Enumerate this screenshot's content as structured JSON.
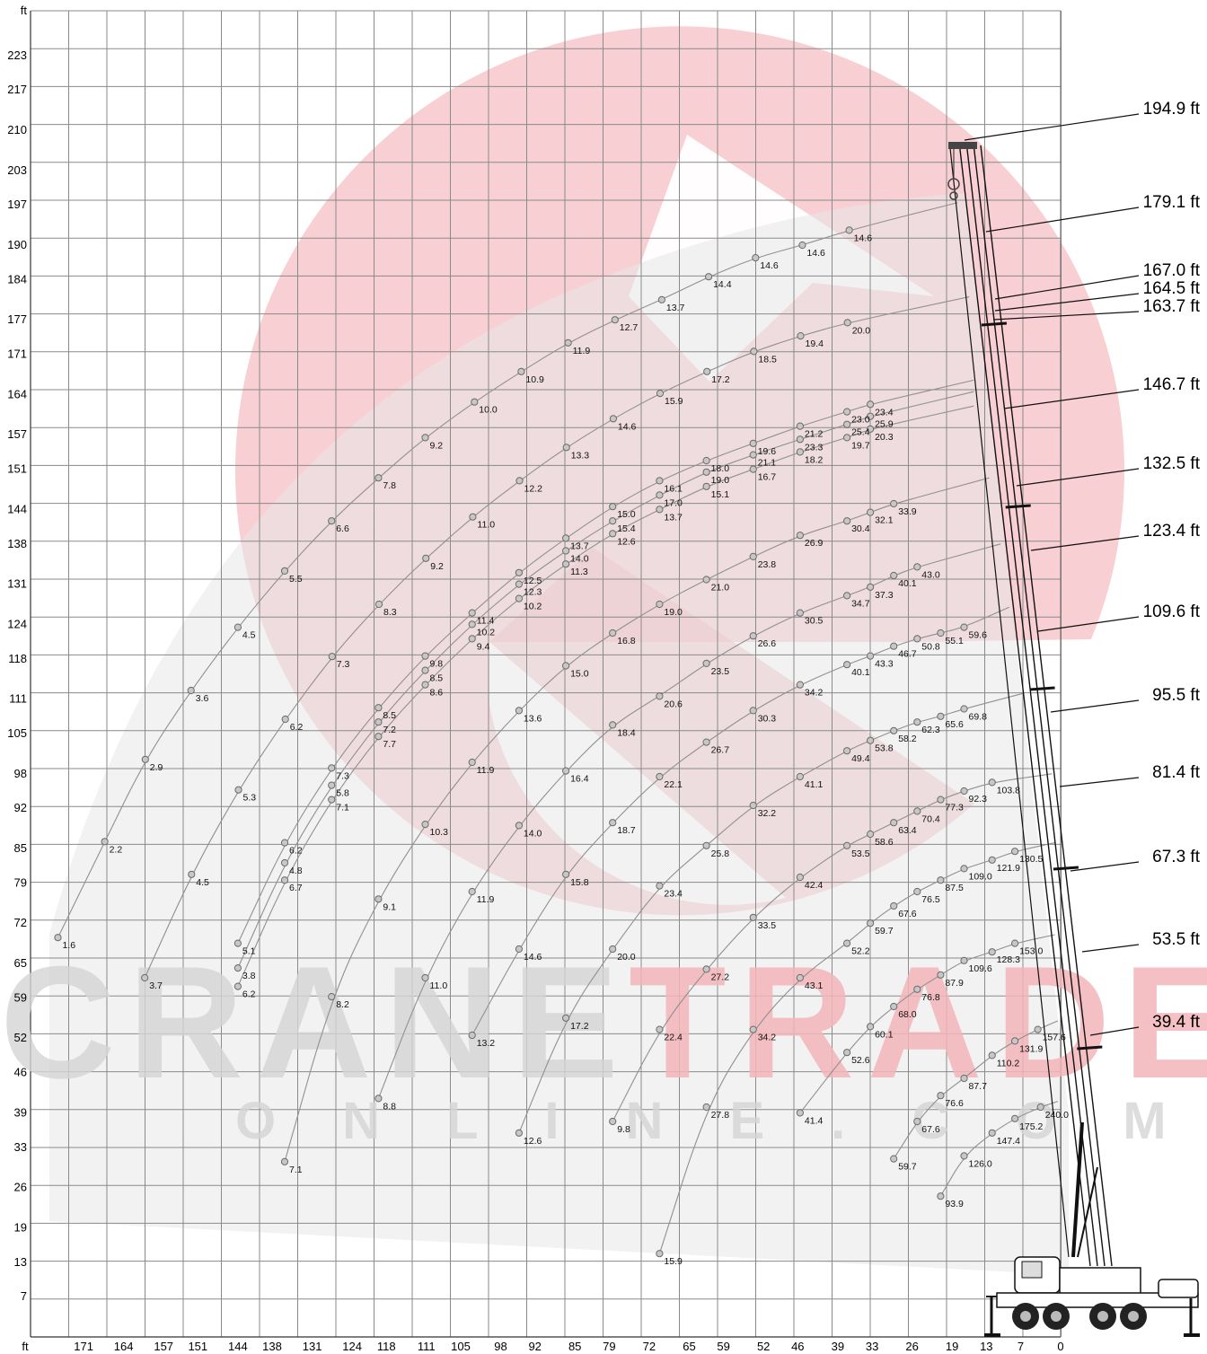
{
  "chart_data": {
    "type": "line",
    "title": "",
    "xlabel": "ft",
    "ylabel": "ft",
    "x_unit": "ft",
    "y_unit": "ft",
    "xlim": [
      0,
      178
    ],
    "ylim": [
      0,
      229
    ],
    "x_ticks": [
      171,
      164,
      157,
      151,
      144,
      138,
      131,
      124,
      118,
      111,
      105,
      98,
      92,
      85,
      79,
      72,
      65,
      59,
      52,
      46,
      39,
      33,
      26,
      19,
      13,
      7,
      0
    ],
    "y_ticks": [
      223,
      217,
      210,
      203,
      197,
      190,
      184,
      177,
      171,
      164,
      157,
      151,
      144,
      138,
      131,
      124,
      118,
      111,
      105,
      98,
      92,
      85,
      79,
      72,
      65,
      59,
      52,
      46,
      39,
      33,
      26,
      19,
      13,
      7
    ],
    "grid": true,
    "boom_lengths": [
      "194.9 ft",
      "179.1 ft",
      "167.0 ft",
      "164.5 ft",
      "163.7 ft",
      "146.7 ft",
      "132.5 ft",
      "123.4 ft",
      "109.6 ft",
      "95.5 ft",
      "81.4 ft",
      "67.3 ft",
      "53.5 ft",
      "39.4 ft"
    ],
    "series": [
      {
        "points": [
          [
            175.5,
            69.5,
            "1.6"
          ],
          [
            167.3,
            86.2,
            "2.2"
          ],
          [
            160.2,
            100.5,
            "2.9"
          ],
          [
            152.2,
            112.5,
            "3.6"
          ],
          [
            144.0,
            123.5,
            "4.5"
          ],
          [
            135.8,
            133.3,
            "5.5"
          ],
          [
            127.6,
            142.0,
            "6.6"
          ],
          [
            119.4,
            149.5,
            "7.8"
          ],
          [
            111.2,
            156.5,
            "9.2"
          ],
          [
            102.6,
            162.7,
            "10.0"
          ],
          [
            94.4,
            168.0,
            "10.9"
          ],
          [
            86.2,
            173.0,
            "11.9"
          ],
          [
            78.0,
            177.0,
            "12.7"
          ],
          [
            69.8,
            180.5,
            "13.7"
          ],
          [
            61.6,
            184.5,
            "14.4"
          ],
          [
            53.4,
            187.8,
            "14.6"
          ],
          [
            45.2,
            190.0,
            "14.6"
          ],
          [
            37.0,
            192.6,
            "14.6"
          ]
        ],
        "tail": [
          [
            18.0,
            197.4
          ]
        ]
      },
      {
        "points": [
          [
            160.3,
            62.5,
            "3.7"
          ],
          [
            152.1,
            80.5,
            "4.5"
          ],
          [
            143.9,
            95.2,
            "5.3"
          ],
          [
            135.7,
            107.5,
            "6.2"
          ],
          [
            127.5,
            118.4,
            "7.3"
          ],
          [
            119.3,
            127.5,
            "8.3"
          ],
          [
            111.1,
            135.5,
            "9.2"
          ],
          [
            102.9,
            142.7,
            "11.0"
          ],
          [
            94.7,
            149.0,
            "12.2"
          ],
          [
            86.5,
            154.8,
            "13.3"
          ],
          [
            78.3,
            159.8,
            "14.6"
          ],
          [
            70.1,
            164.2,
            "15.9"
          ],
          [
            61.9,
            168.0,
            "17.2"
          ],
          [
            53.7,
            171.5,
            "18.5"
          ],
          [
            45.5,
            174.2,
            "19.4"
          ],
          [
            37.3,
            176.5,
            "20.0"
          ]
        ],
        "tail": [
          [
            16.0,
            181.0
          ]
        ]
      },
      {
        "points": [
          [
            144.0,
            61.0,
            "6.2"
          ],
          [
            135.8,
            79.5,
            "6.7"
          ],
          [
            127.6,
            93.5,
            "7.1"
          ],
          [
            119.4,
            104.5,
            "7.7"
          ],
          [
            111.2,
            113.5,
            "8.6"
          ],
          [
            103.0,
            121.5,
            "9.4"
          ],
          [
            94.8,
            128.5,
            "10.2"
          ],
          [
            86.6,
            134.5,
            "11.3"
          ],
          [
            78.4,
            139.8,
            "12.6"
          ],
          [
            70.2,
            144.0,
            "13.7"
          ],
          [
            62.0,
            148.0,
            "15.1"
          ],
          [
            53.8,
            151.0,
            "16.7"
          ],
          [
            45.6,
            154.0,
            "18.2"
          ],
          [
            37.4,
            156.5,
            "19.7"
          ],
          [
            33.3,
            158.0,
            "20.3"
          ]
        ],
        "tail": [
          [
            15.2,
            162.0
          ]
        ]
      },
      {
        "points": [
          [
            144.0,
            64.2,
            "3.8"
          ],
          [
            135.8,
            82.5,
            "4.8"
          ],
          [
            127.6,
            96.0,
            "5.8"
          ],
          [
            119.4,
            107.0,
            "7.2"
          ],
          [
            111.2,
            116.0,
            "8.5"
          ],
          [
            103.0,
            124.0,
            "10.2"
          ],
          [
            94.8,
            131.0,
            "12.3"
          ],
          [
            86.6,
            136.8,
            "14.0"
          ],
          [
            78.4,
            142.0,
            "15.4"
          ],
          [
            70.2,
            146.5,
            "17.0"
          ],
          [
            62.0,
            150.5,
            "19.0"
          ],
          [
            53.8,
            153.5,
            "21.1"
          ],
          [
            45.6,
            156.2,
            "23.3"
          ],
          [
            37.4,
            158.8,
            "25.4"
          ],
          [
            33.3,
            160.2,
            "25.9"
          ]
        ],
        "tail": [
          [
            15.2,
            164.5
          ]
        ]
      },
      {
        "points": [
          [
            144.0,
            68.5,
            "5.1"
          ],
          [
            135.8,
            86.0,
            "6.2"
          ],
          [
            127.6,
            99.0,
            "7.3"
          ],
          [
            119.4,
            109.5,
            "8.5"
          ],
          [
            111.2,
            118.5,
            "9.8"
          ],
          [
            103.0,
            126.0,
            "11.4"
          ],
          [
            94.8,
            133.0,
            "12.5"
          ],
          [
            86.6,
            139.0,
            "13.7"
          ],
          [
            78.4,
            144.5,
            "15.0"
          ],
          [
            70.2,
            149.0,
            "16.1"
          ],
          [
            62.0,
            152.5,
            "18.0"
          ],
          [
            53.8,
            155.5,
            "19.6"
          ],
          [
            45.6,
            158.5,
            "21.2"
          ],
          [
            37.4,
            161.0,
            "23.0"
          ],
          [
            33.3,
            162.3,
            "23.4"
          ]
        ],
        "tail": [
          [
            15.2,
            166.5
          ]
        ]
      },
      {
        "points": [
          [
            135.8,
            30.5,
            "7.1"
          ],
          [
            127.6,
            59.2,
            "8.2"
          ],
          [
            119.4,
            76.2,
            "9.1"
          ],
          [
            111.2,
            89.2,
            "10.3"
          ],
          [
            103.0,
            100.0,
            "11.9"
          ],
          [
            94.8,
            109.0,
            "13.6"
          ],
          [
            86.6,
            116.8,
            "15.0"
          ],
          [
            78.4,
            122.5,
            "16.8"
          ],
          [
            70.2,
            127.5,
            "19.0"
          ],
          [
            62.0,
            131.8,
            "21.0"
          ],
          [
            53.8,
            135.8,
            "23.8"
          ],
          [
            45.6,
            139.5,
            "26.9"
          ],
          [
            37.4,
            142.0,
            "30.4"
          ],
          [
            33.3,
            143.5,
            "32.1"
          ],
          [
            29.2,
            145.0,
            "33.9"
          ]
        ],
        "tail": [
          [
            12.5,
            149.5
          ]
        ]
      },
      {
        "points": [
          [
            119.4,
            41.5,
            "8.8"
          ],
          [
            111.2,
            62.5,
            "11.0"
          ],
          [
            103.0,
            77.5,
            "11.9"
          ],
          [
            94.8,
            89.0,
            "14.0"
          ],
          [
            86.6,
            98.5,
            "16.4"
          ],
          [
            78.4,
            106.5,
            "18.4"
          ],
          [
            70.2,
            111.5,
            "20.6"
          ],
          [
            62.0,
            117.2,
            "23.5"
          ],
          [
            53.8,
            122.0,
            "26.6"
          ],
          [
            45.6,
            126.0,
            "30.5"
          ],
          [
            37.4,
            129.0,
            "34.7"
          ],
          [
            33.3,
            130.5,
            "37.3"
          ],
          [
            29.2,
            132.5,
            "40.1"
          ],
          [
            25.1,
            134.0,
            "43.0"
          ]
        ],
        "tail": [
          [
            10.5,
            138.0
          ]
        ]
      },
      {
        "points": [
          [
            103.0,
            52.5,
            "13.2"
          ],
          [
            94.8,
            67.5,
            "14.6"
          ],
          [
            86.6,
            80.5,
            "15.8"
          ],
          [
            78.4,
            89.5,
            "18.7"
          ],
          [
            70.2,
            97.5,
            "22.1"
          ],
          [
            62.0,
            103.5,
            "26.7"
          ],
          [
            53.8,
            109.0,
            "30.3"
          ],
          [
            45.6,
            113.5,
            "34.2"
          ],
          [
            37.4,
            117.0,
            "40.1"
          ],
          [
            33.3,
            118.5,
            "43.3"
          ],
          [
            29.2,
            120.2,
            "46.7"
          ],
          [
            25.1,
            121.5,
            "50.8"
          ],
          [
            21.0,
            122.5,
            "55.1"
          ],
          [
            16.9,
            123.5,
            "59.6"
          ]
        ],
        "tail": [
          [
            9.0,
            127.0
          ]
        ]
      },
      {
        "points": [
          [
            94.8,
            35.5,
            "12.6"
          ],
          [
            86.6,
            55.5,
            "17.2"
          ],
          [
            78.4,
            67.5,
            "20.0"
          ],
          [
            70.2,
            78.5,
            "23.4"
          ],
          [
            62.0,
            85.5,
            "25.8"
          ],
          [
            53.8,
            92.5,
            "32.2"
          ],
          [
            45.6,
            97.5,
            "41.1"
          ],
          [
            37.4,
            102.0,
            "49.4"
          ],
          [
            33.3,
            103.8,
            "53.8"
          ],
          [
            29.2,
            105.5,
            "58.2"
          ],
          [
            25.1,
            107.0,
            "62.3"
          ],
          [
            21.0,
            108.0,
            "65.6"
          ],
          [
            16.9,
            109.3,
            "69.8"
          ]
        ],
        "tail": [
          [
            6.5,
            112.0
          ]
        ]
      },
      {
        "points": [
          [
            78.4,
            37.5,
            "9.8"
          ],
          [
            70.2,
            53.5,
            "22.4"
          ],
          [
            62.0,
            64.0,
            "27.2"
          ],
          [
            53.8,
            73.0,
            "33.5"
          ],
          [
            45.6,
            80.0,
            "42.4"
          ],
          [
            37.4,
            85.5,
            "53.5"
          ],
          [
            33.3,
            87.5,
            "58.6"
          ],
          [
            29.2,
            89.5,
            "63.4"
          ],
          [
            25.1,
            91.5,
            "70.4"
          ],
          [
            21.0,
            93.5,
            "77.3"
          ],
          [
            16.9,
            95.0,
            "92.3"
          ],
          [
            12.0,
            96.5,
            "103.8"
          ]
        ],
        "tail": [
          [
            1.5,
            98.0
          ]
        ]
      },
      {
        "points": [
          [
            70.2,
            14.5,
            "15.9"
          ],
          [
            62.0,
            40.0,
            "27.8"
          ],
          [
            53.8,
            53.5,
            "34.2"
          ],
          [
            45.6,
            62.5,
            "43.1"
          ],
          [
            37.4,
            68.5,
            "52.2"
          ],
          [
            33.3,
            72.0,
            "59.7"
          ],
          [
            29.2,
            75.0,
            "67.6"
          ],
          [
            25.1,
            77.5,
            "76.5"
          ],
          [
            21.0,
            79.5,
            "87.5"
          ],
          [
            16.9,
            81.5,
            "109.0"
          ],
          [
            12.0,
            83.0,
            "121.9"
          ],
          [
            8.0,
            84.5,
            "130.5"
          ]
        ],
        "tail": [
          [
            1.0,
            86.0
          ]
        ]
      },
      {
        "points": [
          [
            45.6,
            39.0,
            "41.4"
          ],
          [
            37.4,
            49.5,
            "52.6"
          ],
          [
            33.3,
            54.0,
            "60.1"
          ],
          [
            29.2,
            57.5,
            "68.0"
          ],
          [
            25.1,
            60.5,
            "76.8"
          ],
          [
            21.0,
            63.0,
            "87.9"
          ],
          [
            16.9,
            65.5,
            "109.6"
          ],
          [
            12.0,
            67.0,
            "128.3"
          ],
          [
            8.0,
            68.5,
            "153.0"
          ]
        ],
        "tail": [
          [
            1.0,
            70.0
          ]
        ]
      },
      {
        "points": [
          [
            29.2,
            31.0,
            "59.7"
          ],
          [
            25.1,
            37.5,
            "67.6"
          ],
          [
            21.0,
            42.0,
            "76.6"
          ],
          [
            16.9,
            45.0,
            "87.7"
          ],
          [
            12.0,
            49.0,
            "110.2"
          ],
          [
            8.0,
            51.5,
            "131.9"
          ],
          [
            4.0,
            53.5,
            "157.6"
          ]
        ],
        "tail": [
          [
            0.5,
            55.0
          ]
        ]
      },
      {
        "points": [
          [
            21.0,
            24.5,
            "93.9"
          ],
          [
            16.9,
            31.5,
            "126.0"
          ],
          [
            12.0,
            35.5,
            "147.4"
          ],
          [
            8.0,
            38.0,
            "175.2"
          ],
          [
            3.5,
            40.0,
            "240.0"
          ]
        ],
        "tail": [
          [
            0.5,
            41.0
          ]
        ]
      }
    ]
  },
  "watermark": {
    "main": "CRANETRADER",
    "sub": "ONLINE.COM",
    "color_gray": "#d5d5d5",
    "color_red": "#f3b6b9"
  },
  "colors": {
    "grid": "#8a8a8a",
    "curve": "#909090",
    "marker_fill": "#c7c7c7",
    "marker_stroke": "#6a6a6a",
    "area": "#e9e9e9",
    "logo": "#f6c9cb",
    "crane": "#111111"
  }
}
